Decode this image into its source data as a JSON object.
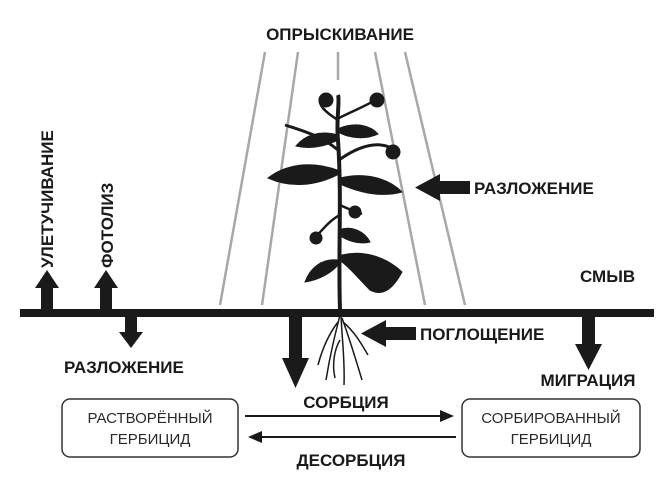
{
  "labels": {
    "spraying": "ОПРЫСКИВАНИЕ",
    "volatilization": "УЛЕТУЧИВАНИЕ",
    "photolysis": "ФОТОЛИЗ",
    "decomposition_plant": "РАЗЛОЖЕНИЕ",
    "runoff": "СМЫВ",
    "decomposition_soil": "РАЗЛОЖЕНИЕ",
    "uptake": "ПОГЛОЩЕНИЕ",
    "migration": "МИГРАЦИЯ",
    "sorption": "СОРБЦИЯ",
    "desorption": "ДЕСОРБЦИЯ"
  },
  "boxes": {
    "dissolved": {
      "line1": "РАСТВОРЁННЫЙ",
      "line2": "ГЕРБИЦИД"
    },
    "sorbed": {
      "line1": "СОРБИРОВАННЫЙ",
      "line2": "ГЕРБИЦИД"
    }
  },
  "colors": {
    "ink": "#1a1a1a",
    "spray": "#a8a8a8",
    "box_border": "#333333"
  }
}
